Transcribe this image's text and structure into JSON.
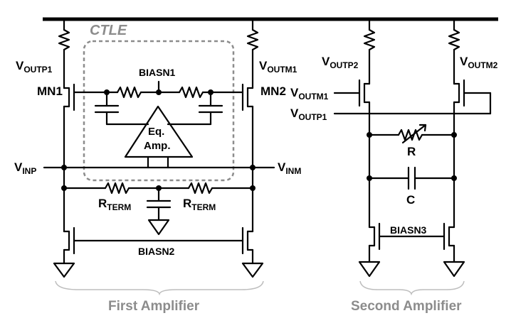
{
  "ctle_label": "CTLE",
  "first_amp": {
    "title": "First Amplifier",
    "voutp1": {
      "main": "V",
      "sub": "OUTP1"
    },
    "voutm1": {
      "main": "V",
      "sub": "OUTM1"
    },
    "mn1": "MN1",
    "mn2": "MN2",
    "biasn1": "BIASN1",
    "eq_amp_line1": "Eq.",
    "eq_amp_line2": "Amp.",
    "vinp": {
      "main": "V",
      "sub": "INP"
    },
    "vinm": {
      "main": "V",
      "sub": "INM"
    },
    "rterm_left": {
      "main": "R",
      "sub": "TERM"
    },
    "rterm_right": {
      "main": "R",
      "sub": "TERM"
    },
    "biasn2": "BIASN2"
  },
  "second_amp": {
    "title": "Second Amplifier",
    "voutp2": {
      "main": "V",
      "sub": "OUTP2"
    },
    "voutm2": {
      "main": "V",
      "sub": "OUTM2"
    },
    "in_voutm1": {
      "main": "V",
      "sub": "OUTM1"
    },
    "in_voutp1": {
      "main": "V",
      "sub": "OUTP1"
    },
    "r_label": "R",
    "c_label": "C",
    "biasn3": "BIASN3"
  },
  "colors": {
    "wire": "#000000",
    "ctle_box": "#8c8c8c",
    "caption": "#8c8c8c"
  }
}
